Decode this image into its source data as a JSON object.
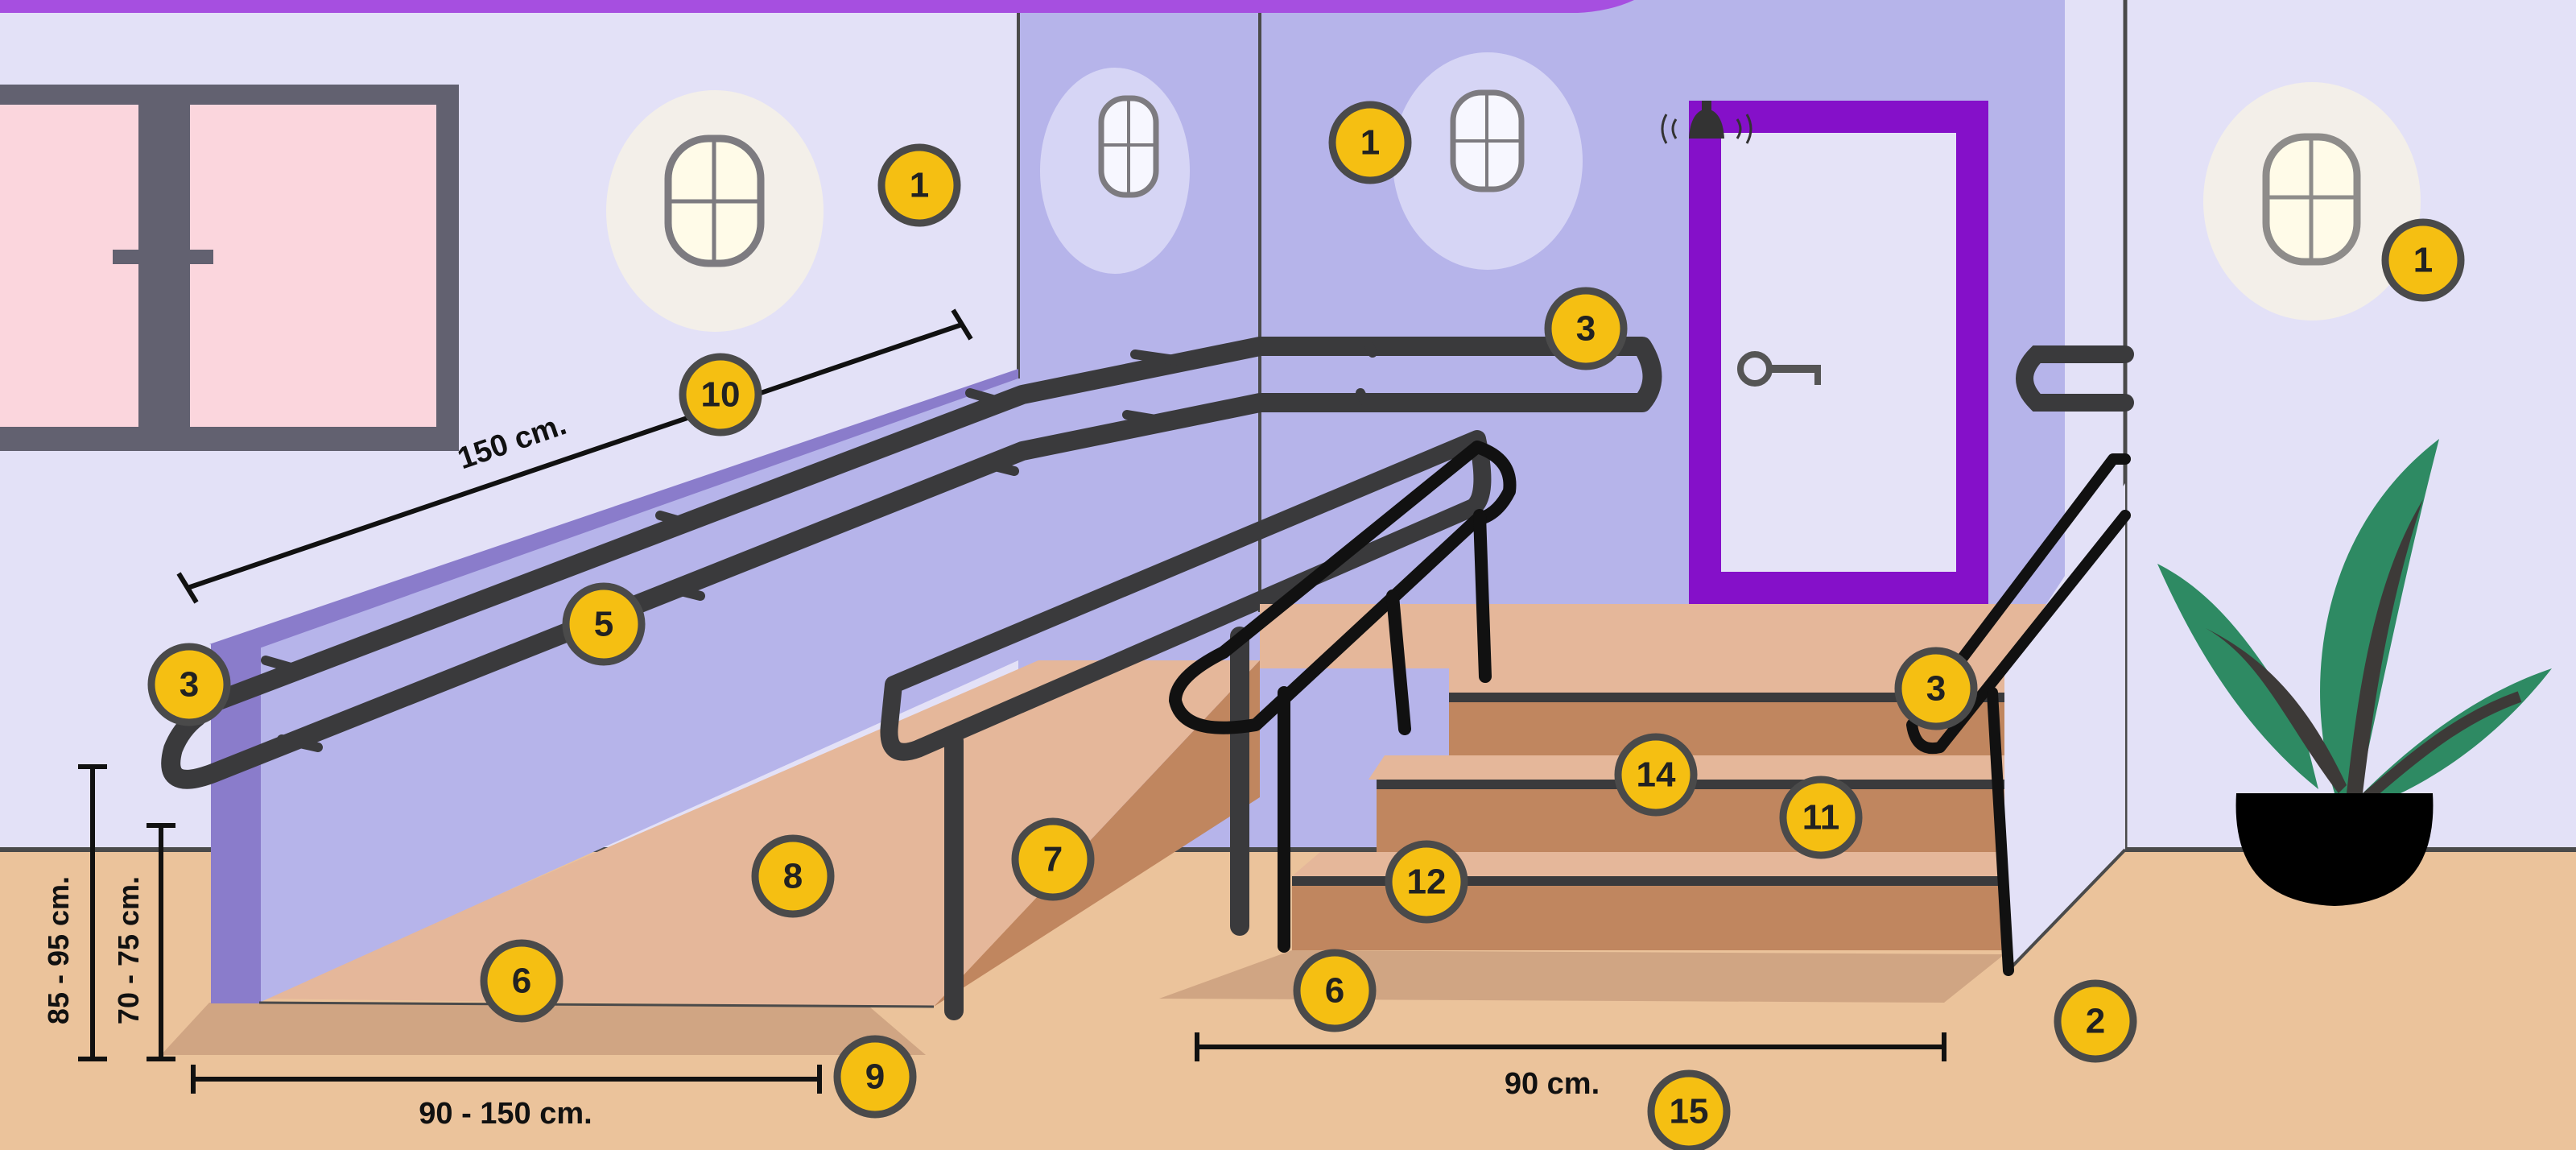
{
  "dimensions": {
    "ramp_length": "150 cm.",
    "ramp_width": "90 - 150 cm.",
    "stair_width": "90  cm.",
    "upper_rail_height": "85 - 95 cm.",
    "lower_rail_height": "70 - 75 cm."
  },
  "badges": {
    "lamp_1": "1",
    "lamp_2": "1",
    "lamp_3": "1",
    "floor": "2",
    "ramp_handrail_end": "3",
    "top_handrail": "3",
    "stair_handrail": "3",
    "ramp_handrails": "5",
    "ramp_landing": "6",
    "stair_landing": "6",
    "ramp_side": "7",
    "ramp_surface": "8",
    "ramp_base": "9",
    "ramp_length_badge": "10",
    "stair_tread": "11",
    "stair_nosing": "12",
    "stair_step": "14",
    "stair_width_badge": "15"
  },
  "colors": {
    "badge_fill": "#f5bf12",
    "door_frame": "#8510c9",
    "top_banner": "#a64fe0",
    "rail": "#3a3a3c",
    "floor": "#ebc39b"
  }
}
